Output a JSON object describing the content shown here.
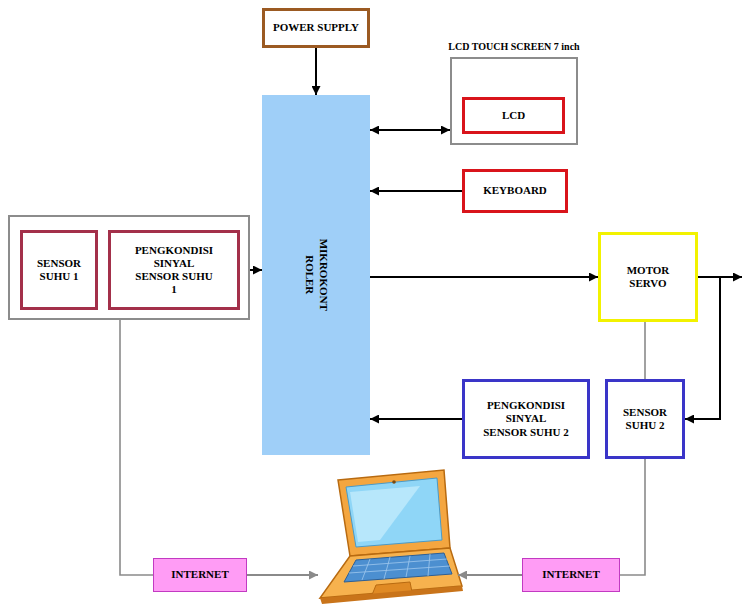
{
  "diagram": {
    "nodes": [
      {
        "text": [
          "POWER SUPPLY"
        ]
      },
      {
        "text": [
          "LCD TOUCH SCREEN 7 inch"
        ]
      },
      {
        "text": [
          "LCD"
        ],
        "in": 1
      },
      {
        "text": [
          "KEYBOARD"
        ]
      },
      {
        "text": []
      },
      {
        "text": [
          "SENSOR SUHU 1"
        ],
        "in": 4
      },
      {
        "text": [
          "PENGKONDISI SINYAL SENSOR SUHU 1"
        ],
        "in": 4
      },
      {
        "text": [
          "MIKROKONT ROLER"
        ]
      },
      {
        "text": [
          "MOTOR SERVO"
        ]
      },
      {
        "text": [
          "PENGKONDISI SINYAL SENSOR SUHU 2"
        ]
      },
      {
        "text": [
          "SENSOR SUHU 2"
        ]
      },
      {
        "text": [
          "INTERNET"
        ]
      },
      {
        "text": [
          "INTERNET"
        ]
      }
    ],
    "edges": [
      {
        "from": 0,
        "to": 7,
        "arrow": "to"
      },
      {
        "from": 7,
        "to": 1,
        "arrow": "both"
      },
      {
        "from": 3,
        "to": 7,
        "arrow": "to"
      },
      {
        "from": 6,
        "to": 7,
        "arrow": "to"
      },
      {
        "from": 7,
        "to": 8,
        "arrow": "to"
      },
      {
        "from": 8,
        "to": 10,
        "arrow": "to"
      },
      {
        "from": 9,
        "to": 7,
        "arrow": "to"
      },
      {
        "from": 8,
        "to": 10,
        "arrow": "none"
      },
      {
        "from": 4,
        "to": 11,
        "arrow": "none"
      },
      {
        "from": 10,
        "to": 12,
        "arrow": "none"
      }
    ]
  }
}
